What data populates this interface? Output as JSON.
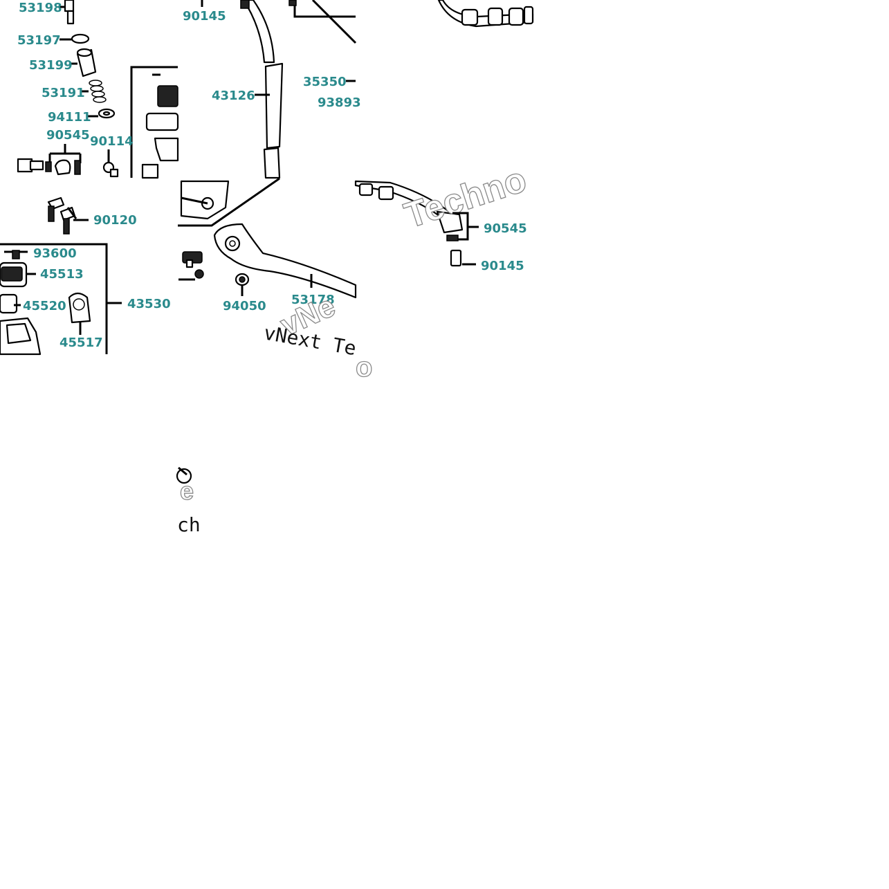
{
  "part_numbers": {
    "p53198": "53198",
    "p53197": "53197",
    "p53199": "53199",
    "p53191": "53191",
    "p94111": "94111",
    "p90545_a": "90545",
    "p90114": "90114",
    "p90145_a": "90145",
    "p43126": "43126",
    "p35350": "35350",
    "p93893": "93893",
    "p90120": "90120",
    "p93600": "93600",
    "p45513": "45513",
    "p45520": "45520",
    "p43530": "43530",
    "p45517": "45517",
    "p94050": "94050",
    "p53178": "53178",
    "p90545_b": "90545",
    "p90145_b": "90145"
  },
  "watermark": {
    "techno": "Techno",
    "vnext_tech": "vNext Te",
    "vne": "vNe",
    "fragment_o": "o",
    "fragment_ch": "ch",
    "fragment_e": "e"
  },
  "colors": {
    "label": "#2a8a8c",
    "line": "#000000",
    "background": "#ffffff"
  }
}
